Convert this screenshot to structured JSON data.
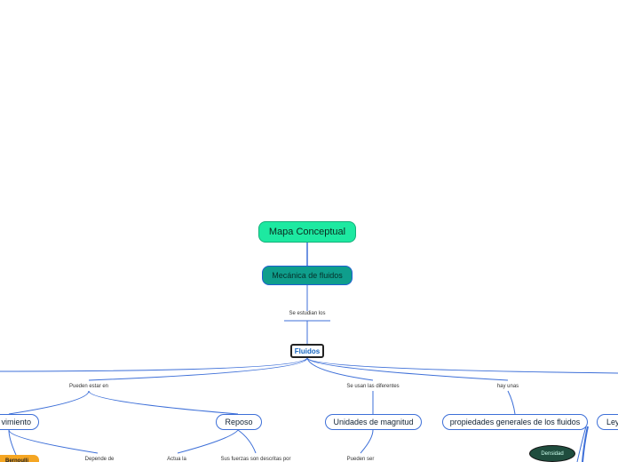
{
  "nodes": {
    "root": "Mapa Conceptual",
    "main": "Mecánica de fluidos",
    "topic": "Fluidos",
    "movimiento": "vimiento",
    "reposo": "Reposo",
    "unidades": "Unidades de magnitud",
    "propiedades": "propiedades generales de los fluidos",
    "leyes": "Ley",
    "densidad": "Densidad",
    "bernoulli": "Bernoulli"
  },
  "labels": {
    "se_estudian": "Se estudian los",
    "pueden_estar": "Pueden estar en",
    "se_usan": "Se usan las diferentes",
    "hay_unas": "hay unas",
    "depende_de": "Depende de",
    "actua_la": "Actua la",
    "sus_fuerzas": "Sus fuerzas son descritas por",
    "pueden_ser": "Pueden ser"
  },
  "colors": {
    "root_fill": "#1de9a1",
    "main_fill": "#0f9e8c",
    "link": "#3d6fd8",
    "topic_text": "#1565c0",
    "orange": "#f5a623",
    "pill": "#1f4d3e"
  }
}
